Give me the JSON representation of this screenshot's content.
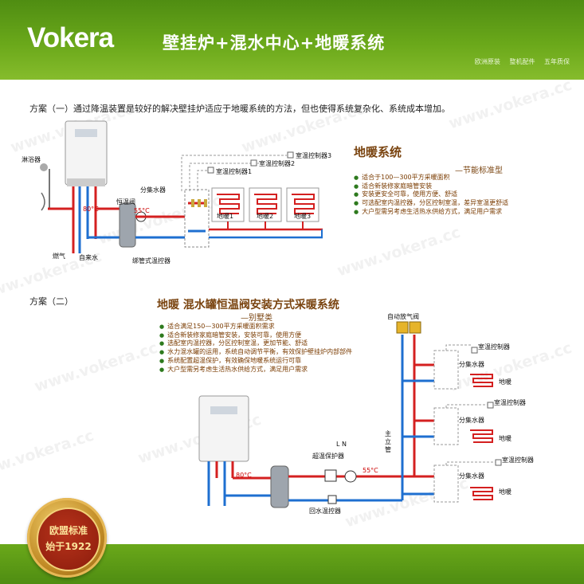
{
  "header": {
    "logo": "Vokera",
    "title": "壁挂炉+混水中心+地暖系统",
    "slogans": [
      "欧洲原装",
      "整机配件",
      "五年质保"
    ]
  },
  "watermark": "www.vokera.cc",
  "section1": {
    "heading": "方案（一）通过降温装置是较好的解决壁挂炉适应于地暖系统的方法，但也使得系统复杂化、系统成本增加。",
    "system_title": "地暖系统",
    "system_subtitle": "—节能标准型",
    "bullets": [
      "适合于100—300平方采暖面积",
      "适合新装修家庭暗管安装",
      "安装更安全可靠，使用方便、舒适",
      "可选配室内温控器，分区控制室温，差异室温更舒适",
      "大户型需另考虑生活热水供给方式，满足用户需求"
    ],
    "labels": {
      "shower": "淋浴器",
      "t80": "80°C",
      "t55": "55°C",
      "mixing_valve": "恒温阀",
      "manifold": "分集水器",
      "gas": "燃气",
      "tap_water": "自来水",
      "clamp_thermostat": "绑管式温控器",
      "ctrl1": "室温控制器1",
      "ctrl2": "室温控制器2",
      "ctrl3": "室温控制器3",
      "floor1": "地暖1",
      "floor2": "地暖2",
      "floor3": "地暖3"
    }
  },
  "section2": {
    "heading": "方案（二）",
    "system_title": "地暖  混水罐恒温阀安装方式采暖系统",
    "system_subtitle": "—别墅类",
    "bullets": [
      "适合满足150—300平方采暖面积需求",
      "适合新装修家庭暗管安装，安装可靠，使用方便",
      "选配室内温控器，分区控制室温，更加节能、舒适",
      "水力混水罐的运用，系统自动调节平衡，有效保护壁挂炉内部部件",
      "系统配置超温保护，有效确保地暖系统运行可靠",
      "大户型需另考虑生活热水供给方式，满足用户需求"
    ],
    "labels": {
      "air_vent": "自动放气阀",
      "ctrl": "室温控制器",
      "manifold": "分集水器",
      "floor": "地暖",
      "main_riser": "主立管",
      "overheat": "超温保护器",
      "t80": "80°C",
      "t55": "55°C",
      "return_ctrl": "回水温控器",
      "ln": "L N"
    }
  },
  "medal": {
    "line1": "欧盟标准",
    "line2": "始于1922"
  },
  "colors": {
    "green": "#5b9a17",
    "hot": "#d42020",
    "cold": "#1e6fd0",
    "brown": "#7a4410"
  }
}
